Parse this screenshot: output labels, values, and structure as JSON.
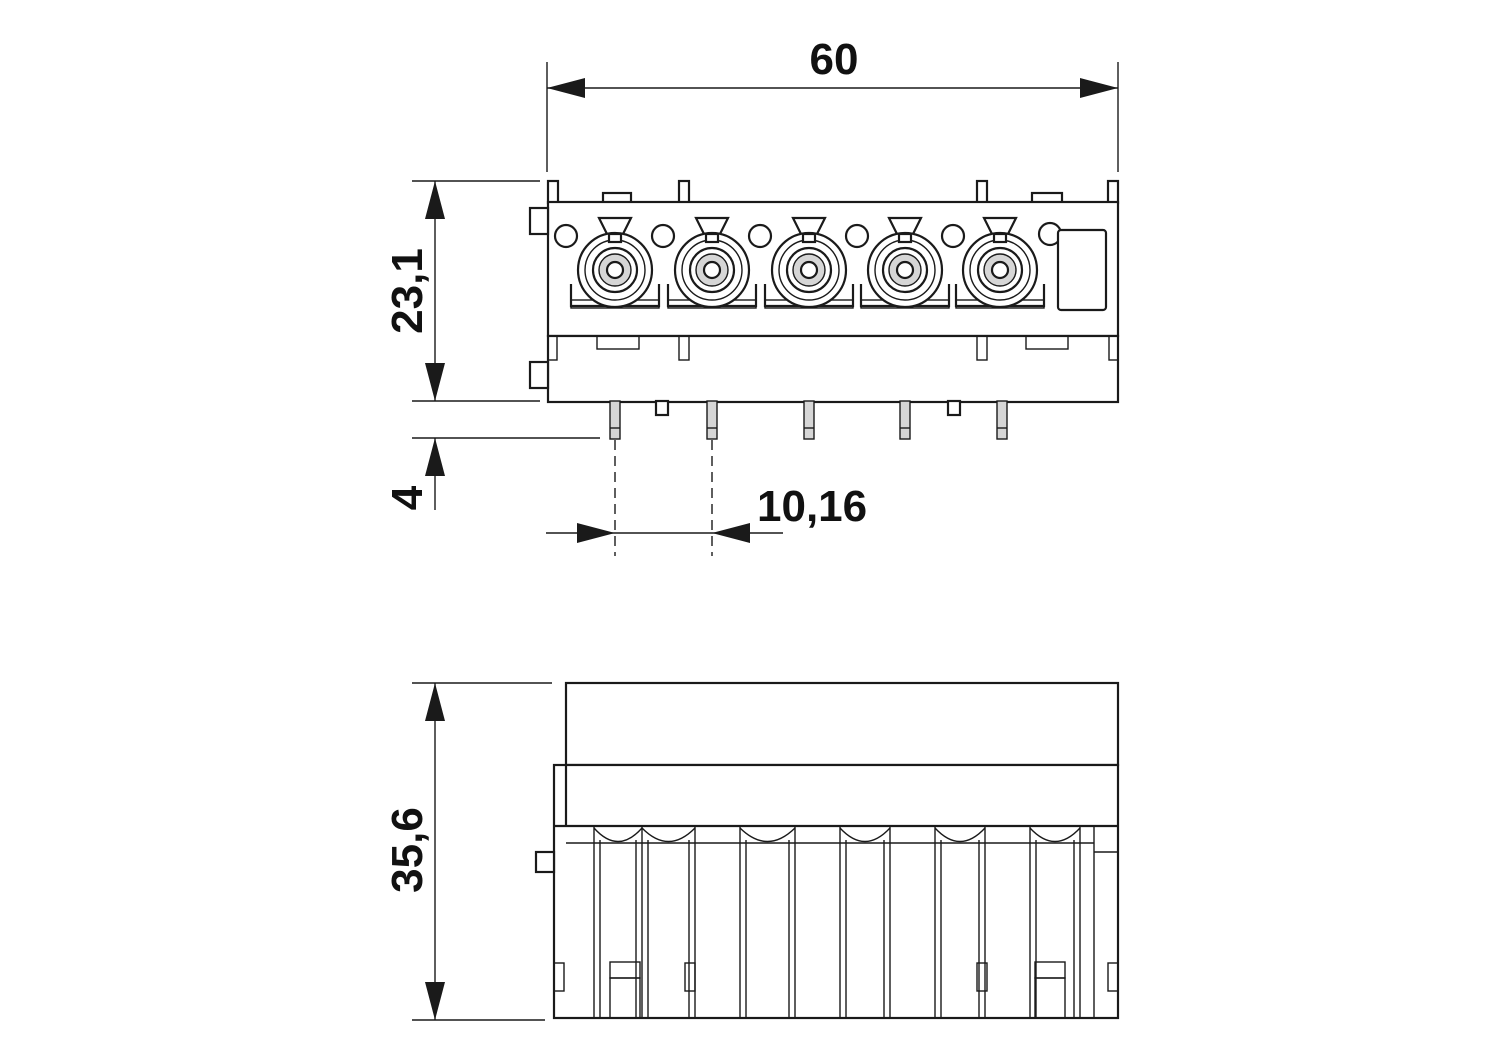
{
  "dimensions": {
    "overall_width": "60",
    "body_height": "23,1",
    "pin_length": "4",
    "pitch": "10,16",
    "depth": "35,6"
  },
  "colors": {
    "line": "#1a1a1a",
    "background": "#ffffff",
    "pin_fill": "#d6d6d6"
  }
}
